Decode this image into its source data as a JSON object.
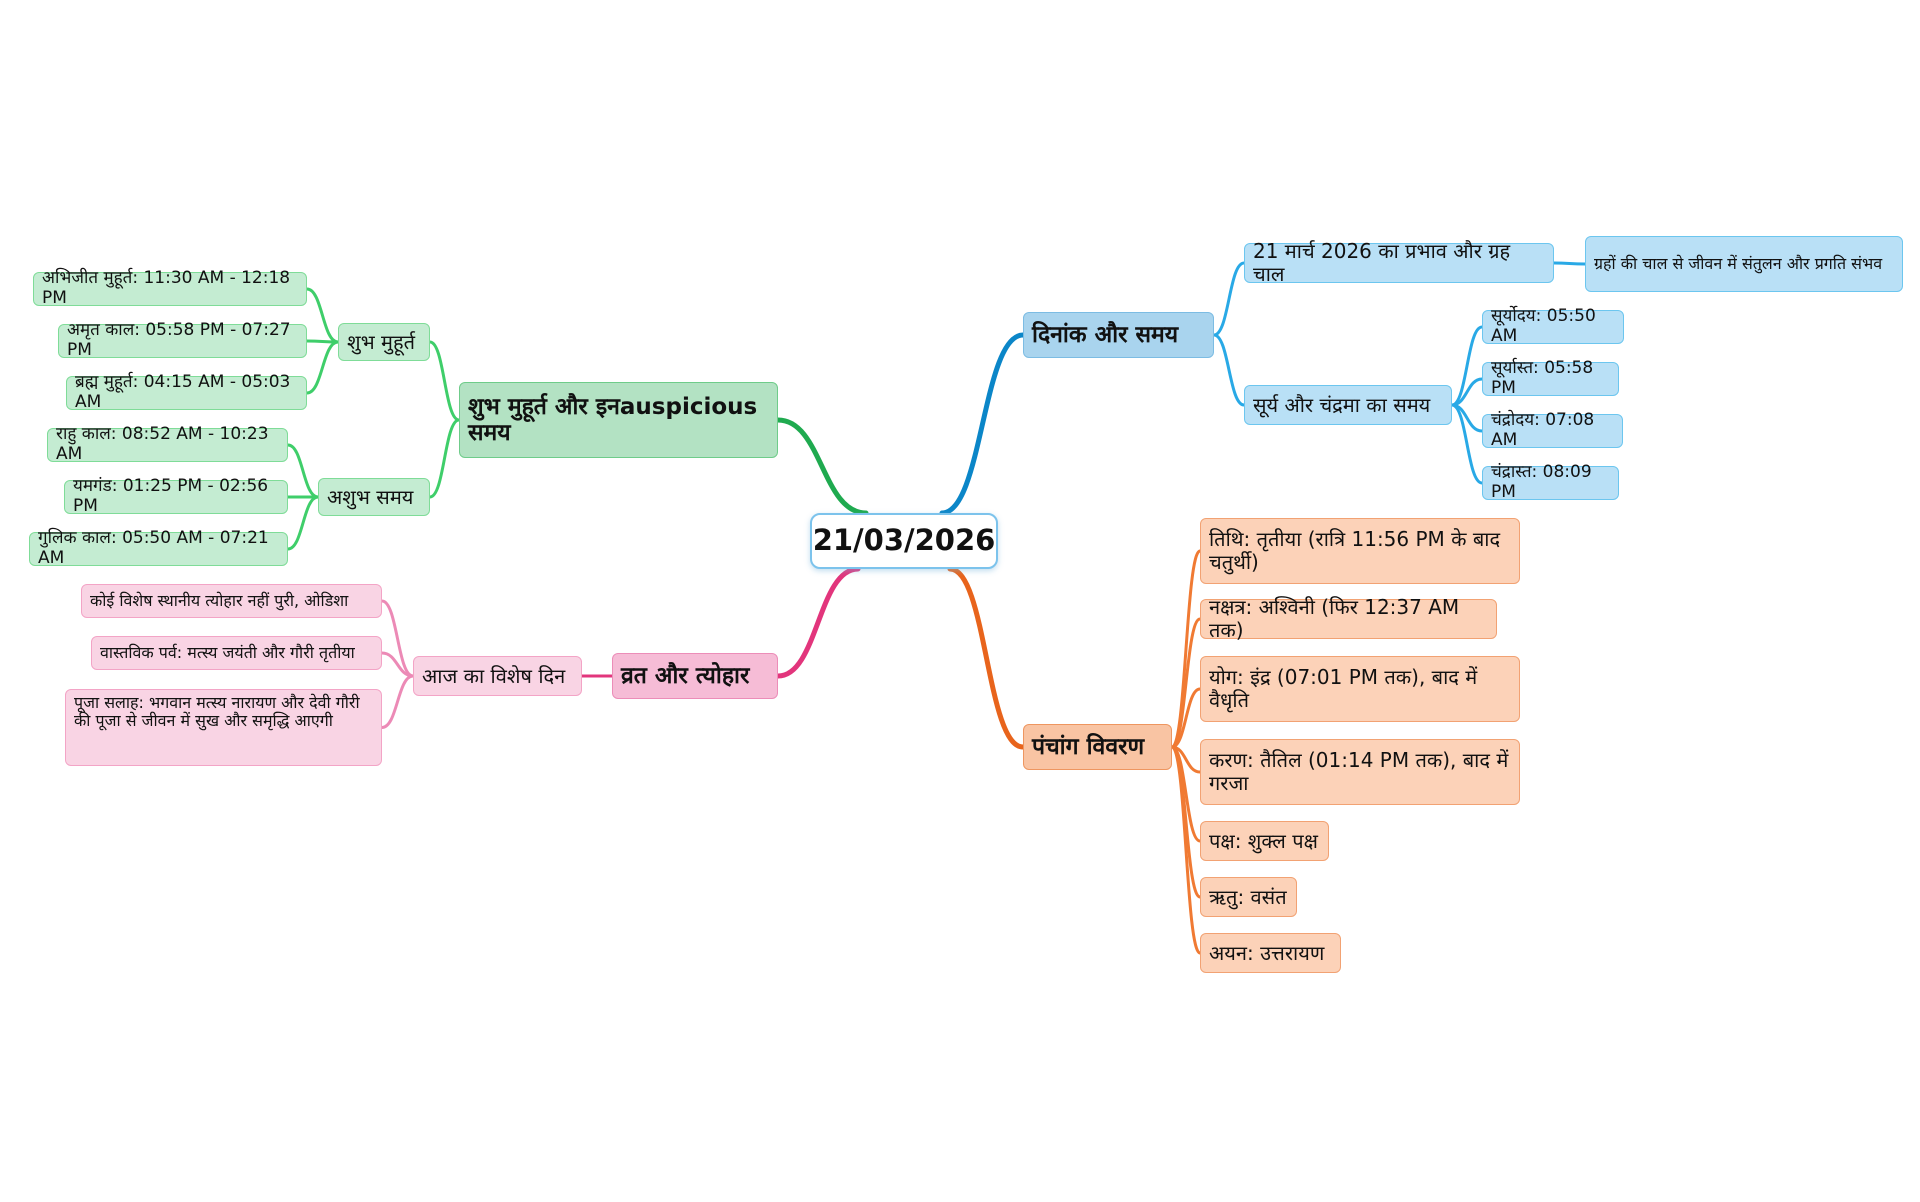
{
  "root": {
    "label": "21/03/2026"
  },
  "date_time": {
    "label": "दिनांक और समय",
    "effect": {
      "label": "21 मार्च 2026 का प्रभाव और ग्रह चाल",
      "detail": "ग्रहों की चाल से जीवन में संतुलन और प्रगति संभव"
    },
    "sun_moon": {
      "label": "सूर्य और चंद्रमा का समय",
      "items": [
        "सूर्योदय: 05:50 AM",
        "सूर्यास्त: 05:58 PM",
        "चंद्रोदय: 07:08 AM",
        "चंद्रास्त: 08:09 PM"
      ]
    }
  },
  "panchang": {
    "label": "पंचांग विवरण",
    "items": [
      "तिथि: तृतीया (रात्रि 11:56 PM के बाद चतुर्थी)",
      "नक्षत्र: अश्विनी (फिर 12:37 AM तक)",
      "योग: इंद्र (07:01 PM तक), बाद में वैधृति",
      "करण: तैतिल (01:14 PM तक), बाद में गरजा",
      "पक्ष: शुक्ल पक्ष",
      "ऋतु: वसंत",
      "अयन: उत्तरायण"
    ]
  },
  "muhurat": {
    "label": "शुभ मुहूर्त और इनauspicious समय",
    "shubh": {
      "label": "शुभ मुहूर्त",
      "items": [
        "अभिजीत मुहूर्त: 11:30 AM - 12:18 PM",
        "अमृत काल: 05:58 PM - 07:27 PM",
        "ब्रह्म मुहूर्त: 04:15 AM - 05:03 AM"
      ]
    },
    "ashubh": {
      "label": "अशुभ समय",
      "items": [
        "राहु काल: 08:52 AM - 10:23 AM",
        "यमगंड: 01:25 PM - 02:56 PM",
        "गुलिक काल: 05:50 AM - 07:21 AM"
      ]
    }
  },
  "festival": {
    "label": "व्रत और त्योहार",
    "special": {
      "label": "आज का विशेष दिन",
      "items": [
        "कोई विशेष स्थानीय त्योहार नहीं पुरी, ओडिशा",
        "वास्तविक पर्व: मत्स्य जयंती और गौरी तृतीया",
        "पूजा सलाह: भगवान मत्स्य नारायण और देवी गौरी की पूजा से जीवन में सुख और समृद्धि आएगी"
      ]
    }
  },
  "colors": {
    "blue_branch": "#0b86c8",
    "blue_link": "#29a9e6",
    "orange_branch": "#e8641c",
    "orange_link": "#f07a33",
    "green_branch": "#1faa4f",
    "green_link": "#3fce6a",
    "pink_branch": "#e2357c",
    "pink_link": "#ec8ab6"
  }
}
